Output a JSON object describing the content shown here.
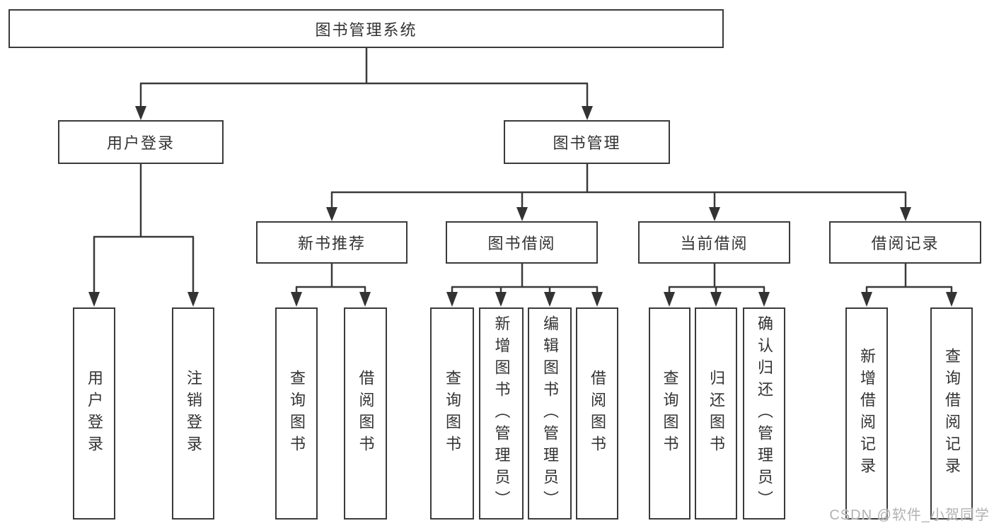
{
  "diagram": {
    "root": "图书管理系统",
    "level2": {
      "login": "用户登录",
      "management": "图书管理"
    },
    "level3": {
      "recommend": "新书推荐",
      "borrow": "图书借阅",
      "current": "当前借阅",
      "records": "借阅记录"
    },
    "leaves": {
      "login": [
        "用户登录",
        "注销登录"
      ],
      "recommend": [
        "查询图书",
        "借阅图书"
      ],
      "borrow": [
        "查询图书",
        "新增图书（管理员）",
        "编辑图书（管理员）",
        "借阅图书"
      ],
      "current": [
        "查询图书",
        "归还图书",
        "确认归还（管理员）"
      ],
      "records": [
        "新增借阅记录",
        "查询借阅记录"
      ]
    }
  },
  "watermark": "CSDN @软件_小贺同学",
  "colors": {
    "line": "#3a3a3a",
    "box_border": "#3a3a3a",
    "text": "#333333",
    "watermark": "#b2b2b2",
    "background": "#ffffff"
  }
}
